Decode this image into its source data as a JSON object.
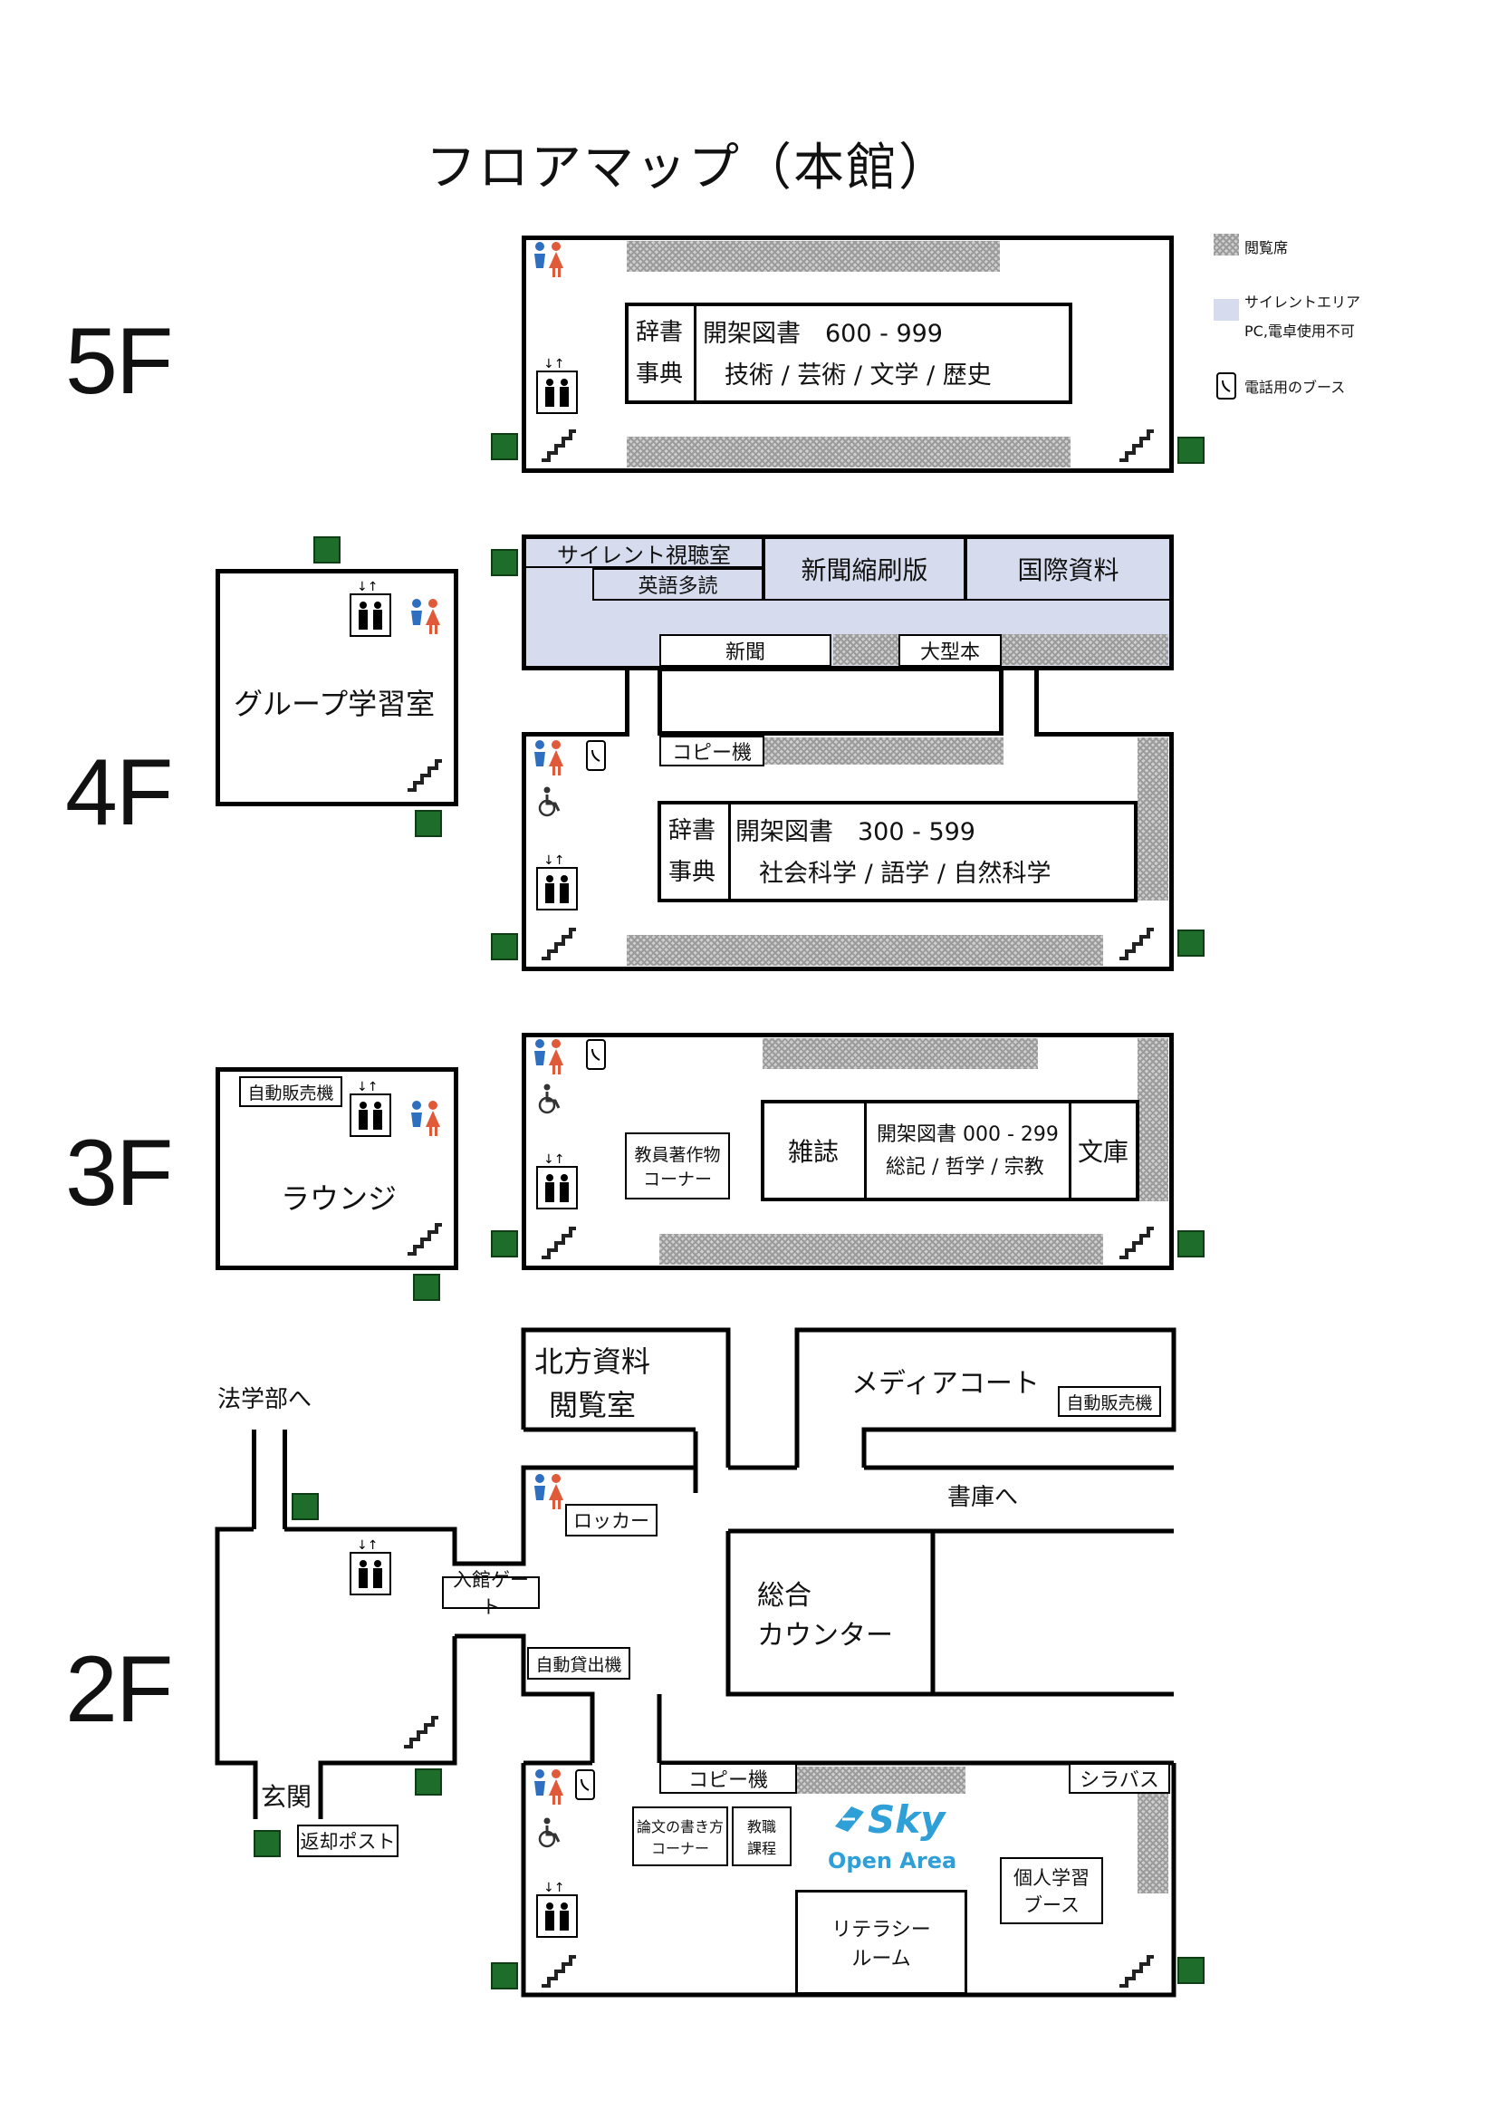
{
  "title": "フロアマップ（本館）",
  "legend": {
    "reading_seats": "閲覧席",
    "silent_area_1": "サイレントエリア",
    "silent_area_2": "PC,電卓使用不可",
    "phone_booth": "電話用のブース"
  },
  "colors": {
    "silent_area": "#d6dced",
    "exit_sign": "#1f6d2a",
    "sky_blue": "#2f9fd8",
    "female": "#e05a3a",
    "male": "#2f6fc0"
  },
  "floors": {
    "f5": {
      "label": "5F",
      "shelf_dict_1": "辞書",
      "shelf_dict_2": "事典",
      "shelf_title": "開架図書　600 - 999",
      "shelf_subjects": "技術 / 芸術 / 文学 / 歴史"
    },
    "f4": {
      "label": "4F",
      "group_room": "グループ学習室",
      "silent_av": "サイレント視聴室",
      "english": "英語多読",
      "newspaper_reduced": "新聞縮刷版",
      "international": "国際資料",
      "newspaper": "新聞",
      "oversize": "大型本",
      "copy": "コピー機",
      "shelf_dict_1": "辞書",
      "shelf_dict_2": "事典",
      "shelf_title": "開架図書　300 - 599",
      "shelf_subjects": "社会科学 / 語学 / 自然科学"
    },
    "f3": {
      "label": "3F",
      "vending": "自動販売機",
      "lounge": "ラウンジ",
      "faculty_1": "教員著作物",
      "faculty_2": "コーナー",
      "magazines": "雑誌",
      "shelf_title": "開架図書 000 - 299",
      "shelf_subjects": "総記 / 哲学 / 宗教",
      "bunko": "文庫"
    },
    "f2": {
      "label": "2F",
      "law": "法学部へ",
      "northern_1": "北方資料",
      "northern_2": "閲覧室",
      "media": "メディアコート",
      "vending": "自動販売機",
      "locker": "ロッカー",
      "stacks": "書庫へ",
      "gate": "入館ゲート",
      "counter_1": "総合",
      "counter_2": "カウンター",
      "self_checkout": "自動貸出機",
      "entrance": "玄関",
      "return_box": "返却ポスト",
      "copy": "コピー機",
      "thesis_1": "論文の書き方",
      "thesis_2": "コーナー",
      "teacher_1": "教職",
      "teacher_2": "課程",
      "sky_logo": "Sky",
      "sky_open": "Open Area",
      "syllabus": "シラバス",
      "private_1": "個人学習",
      "private_2": "ブース",
      "literacy_1": "リテラシー",
      "literacy_2": "ルーム"
    }
  }
}
